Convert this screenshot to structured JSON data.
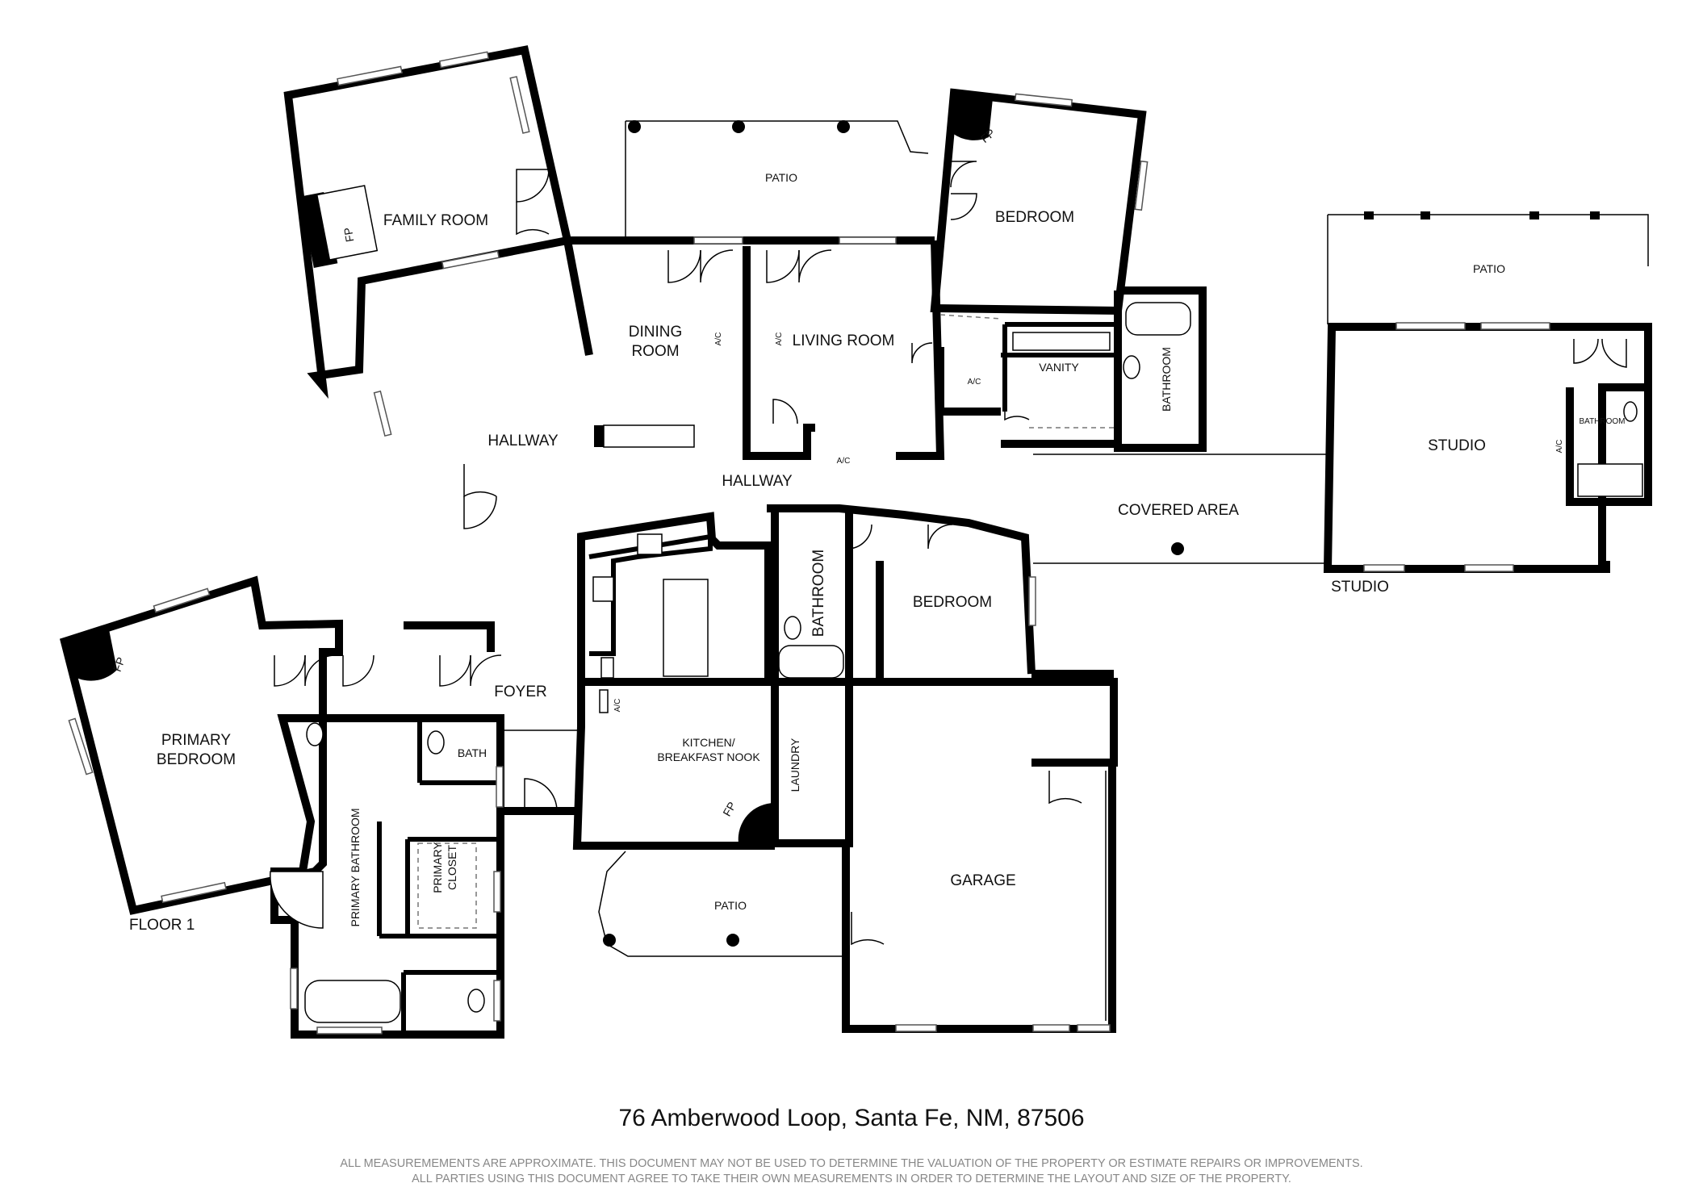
{
  "floor_label": "FLOOR 1",
  "address": "76 Amberwood Loop, Santa Fe, NM, 87506",
  "disclaimer": [
    "ALL MEASUREMEMENTS ARE APPROXIMATE. THIS DOCUMENT MAY NOT BE USED TO DETERMINE THE VALUATION OF THE PROPERTY OR ESTIMATE REPAIRS OR IMPROVEMENTS.",
    "ALL PARTIES USING THIS DOCUMENT AGREE TO TAKE THEIR OWN MEASUREMENTS IN ORDER TO DETERMINE THE LAYOUT AND SIZE OF THE PROPERTY."
  ],
  "rooms": {
    "family_room": "FAMILY ROOM",
    "patio_north": "PATIO",
    "bedroom_ne": "BEDROOM",
    "dining_room": [
      "DINING",
      "ROOM"
    ],
    "living_room": "LIVING ROOM",
    "vanity": "VANITY",
    "bathroom_east": "BATHROOM",
    "hallway_west": "HALLWAY",
    "hallway_center": "HALLWAY",
    "covered_area": "COVERED AREA",
    "patio_studio": "PATIO",
    "studio": "STUDIO",
    "studio_caption": "STUDIO",
    "studio_bathroom": "BATHROOM",
    "bathroom_center": "BATHROOM",
    "bedroom_center": "BEDROOM",
    "foyer": "FOYER",
    "primary_bedroom": [
      "PRIMARY",
      "BEDROOM"
    ],
    "bath": "BATH",
    "kitchen": [
      "KITCHEN/",
      "BREAKFAST NOOK"
    ],
    "laundry": "LAUNDRY",
    "primary_bathroom": "PRIMARY BATHROOM",
    "primary_closet": [
      "PRIMARY",
      "CLOSET"
    ],
    "patio_south": "PATIO",
    "garage": "GARAGE"
  },
  "tags": {
    "fireplace": "FP",
    "ac": "A/C"
  }
}
